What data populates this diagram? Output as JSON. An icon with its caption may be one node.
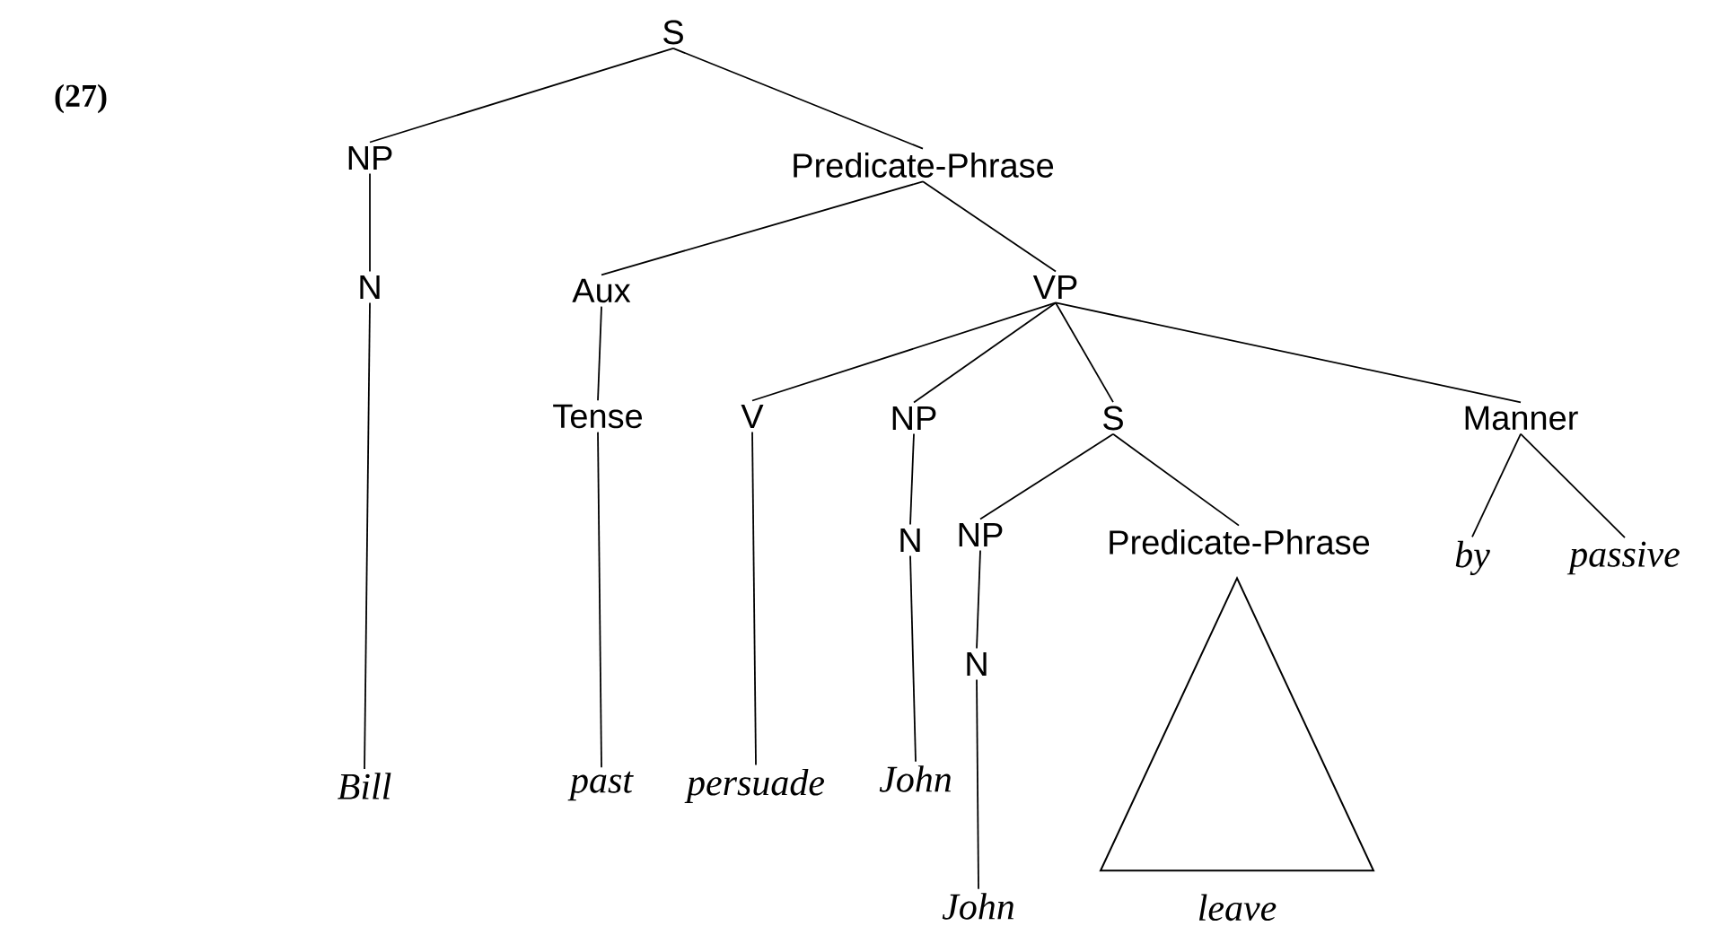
{
  "diagram": {
    "nodes": [
      {
        "text": [
          "S"
        ]
      },
      {
        "text": [
          "NP"
        ]
      },
      {
        "text": [
          "Predicate-Phrase"
        ]
      },
      {
        "text": [
          "N"
        ]
      },
      {
        "text": [
          "Aux"
        ]
      },
      {
        "text": [
          "VP"
        ]
      },
      {
        "text": [
          "Tense"
        ]
      },
      {
        "text": [
          "V"
        ]
      },
      {
        "text": [
          "NP"
        ]
      },
      {
        "text": [
          "S"
        ]
      },
      {
        "text": [
          "Manner"
        ]
      },
      {
        "text": [
          "N"
        ]
      },
      {
        "text": [
          "NP"
        ]
      },
      {
        "text": [
          "Predicate-Phrase"
        ]
      },
      {
        "text": [
          "by"
        ]
      },
      {
        "text": [
          "passive"
        ]
      },
      {
        "text": [
          "N"
        ]
      },
      {
        "text": [
          "Bill"
        ]
      },
      {
        "text": [
          "past"
        ]
      },
      {
        "text": [
          "persuade"
        ]
      },
      {
        "text": [
          "John"
        ]
      },
      {
        "text": [],
        "shape": "triangle",
        "beside": [
          "leave"
        ]
      },
      {
        "text": [
          "John"
        ]
      }
    ],
    "edges": [
      {
        "from": 0,
        "to": 1,
        "arrow": "none"
      },
      {
        "from": 0,
        "to": 2,
        "arrow": "none"
      },
      {
        "from": 1,
        "to": 3,
        "arrow": "none"
      },
      {
        "from": 2,
        "to": 4,
        "arrow": "none"
      },
      {
        "from": 2,
        "to": 5,
        "arrow": "none"
      },
      {
        "from": 3,
        "to": 17,
        "arrow": "none"
      },
      {
        "from": 4,
        "to": 6,
        "arrow": "none"
      },
      {
        "from": 6,
        "to": 18,
        "arrow": "none"
      },
      {
        "from": 5,
        "to": 7,
        "arrow": "none"
      },
      {
        "from": 5,
        "to": 8,
        "arrow": "none"
      },
      {
        "from": 5,
        "to": 9,
        "arrow": "none"
      },
      {
        "from": 5,
        "to": 10,
        "arrow": "none"
      },
      {
        "from": 7,
        "to": 19,
        "arrow": "none"
      },
      {
        "from": 8,
        "to": 11,
        "arrow": "none"
      },
      {
        "from": 11,
        "to": 20,
        "arrow": "none"
      },
      {
        "from": 9,
        "to": 12,
        "arrow": "none"
      },
      {
        "from": 9,
        "to": 13,
        "arrow": "none"
      },
      {
        "from": 12,
        "to": 16,
        "arrow": "none"
      },
      {
        "from": 16,
        "to": 22,
        "arrow": "none"
      },
      {
        "from": 10,
        "to": 14,
        "arrow": "none"
      },
      {
        "from": 10,
        "to": 15,
        "arrow": "none"
      }
    ],
    "labels": [
      "(27)"
    ]
  }
}
